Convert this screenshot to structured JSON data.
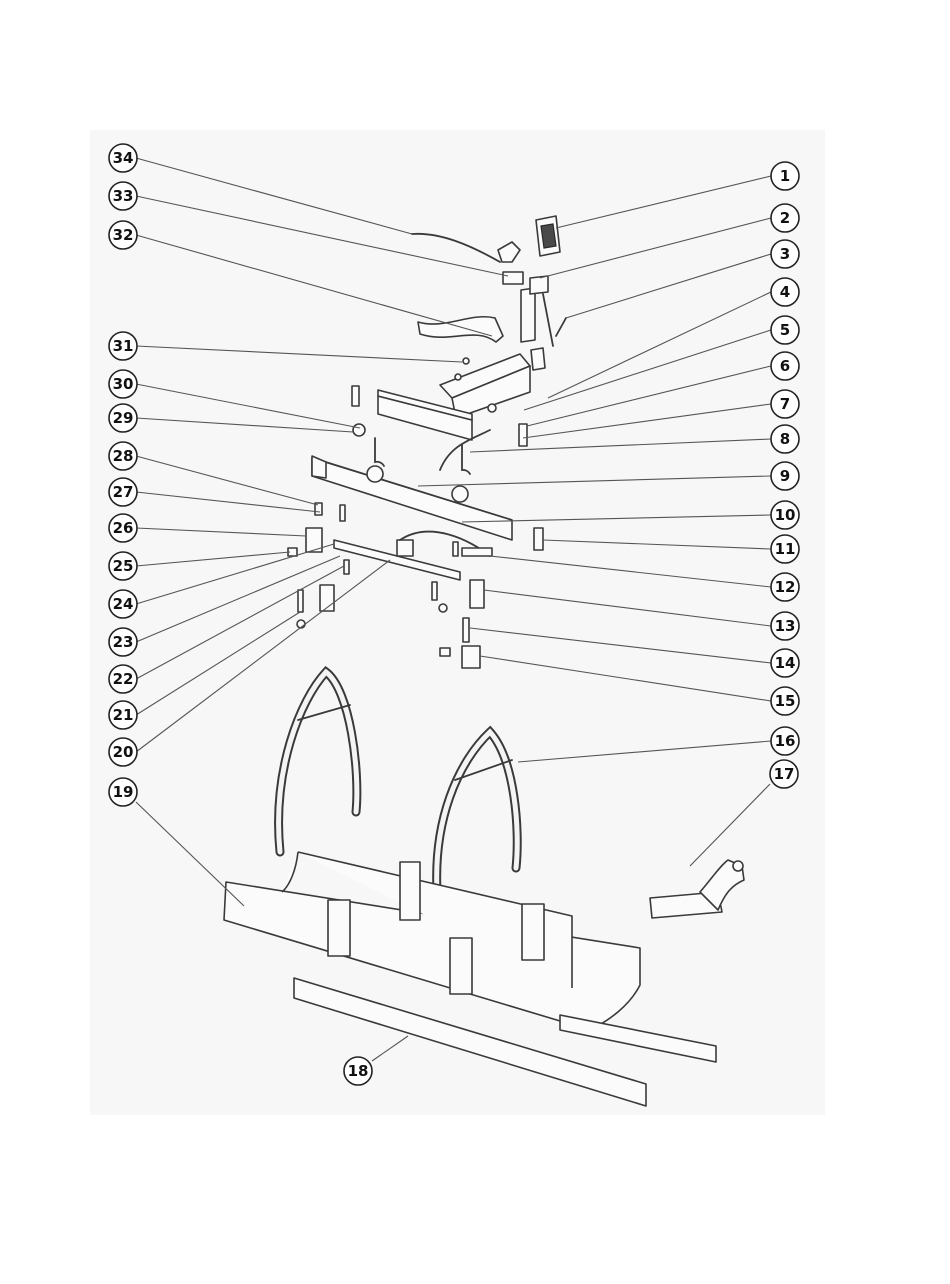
{
  "callouts": [
    {
      "label": "1"
    },
    {
      "label": "2"
    },
    {
      "label": "3"
    },
    {
      "label": "4"
    },
    {
      "label": "5"
    },
    {
      "label": "6"
    },
    {
      "label": "7"
    },
    {
      "label": "8"
    },
    {
      "label": "9"
    },
    {
      "label": "10"
    },
    {
      "label": "11"
    },
    {
      "label": "12"
    },
    {
      "label": "13"
    },
    {
      "label": "14"
    },
    {
      "label": "15"
    },
    {
      "label": "16"
    },
    {
      "label": "17"
    },
    {
      "label": "18"
    },
    {
      "label": "19"
    },
    {
      "label": "20"
    },
    {
      "label": "21"
    },
    {
      "label": "22"
    },
    {
      "label": "23"
    },
    {
      "label": "24"
    },
    {
      "label": "25"
    },
    {
      "label": "26"
    },
    {
      "label": "27"
    },
    {
      "label": "28"
    },
    {
      "label": "29"
    },
    {
      "label": "30"
    },
    {
      "label": "31"
    },
    {
      "label": "32"
    },
    {
      "label": "33"
    },
    {
      "label": "34"
    }
  ]
}
